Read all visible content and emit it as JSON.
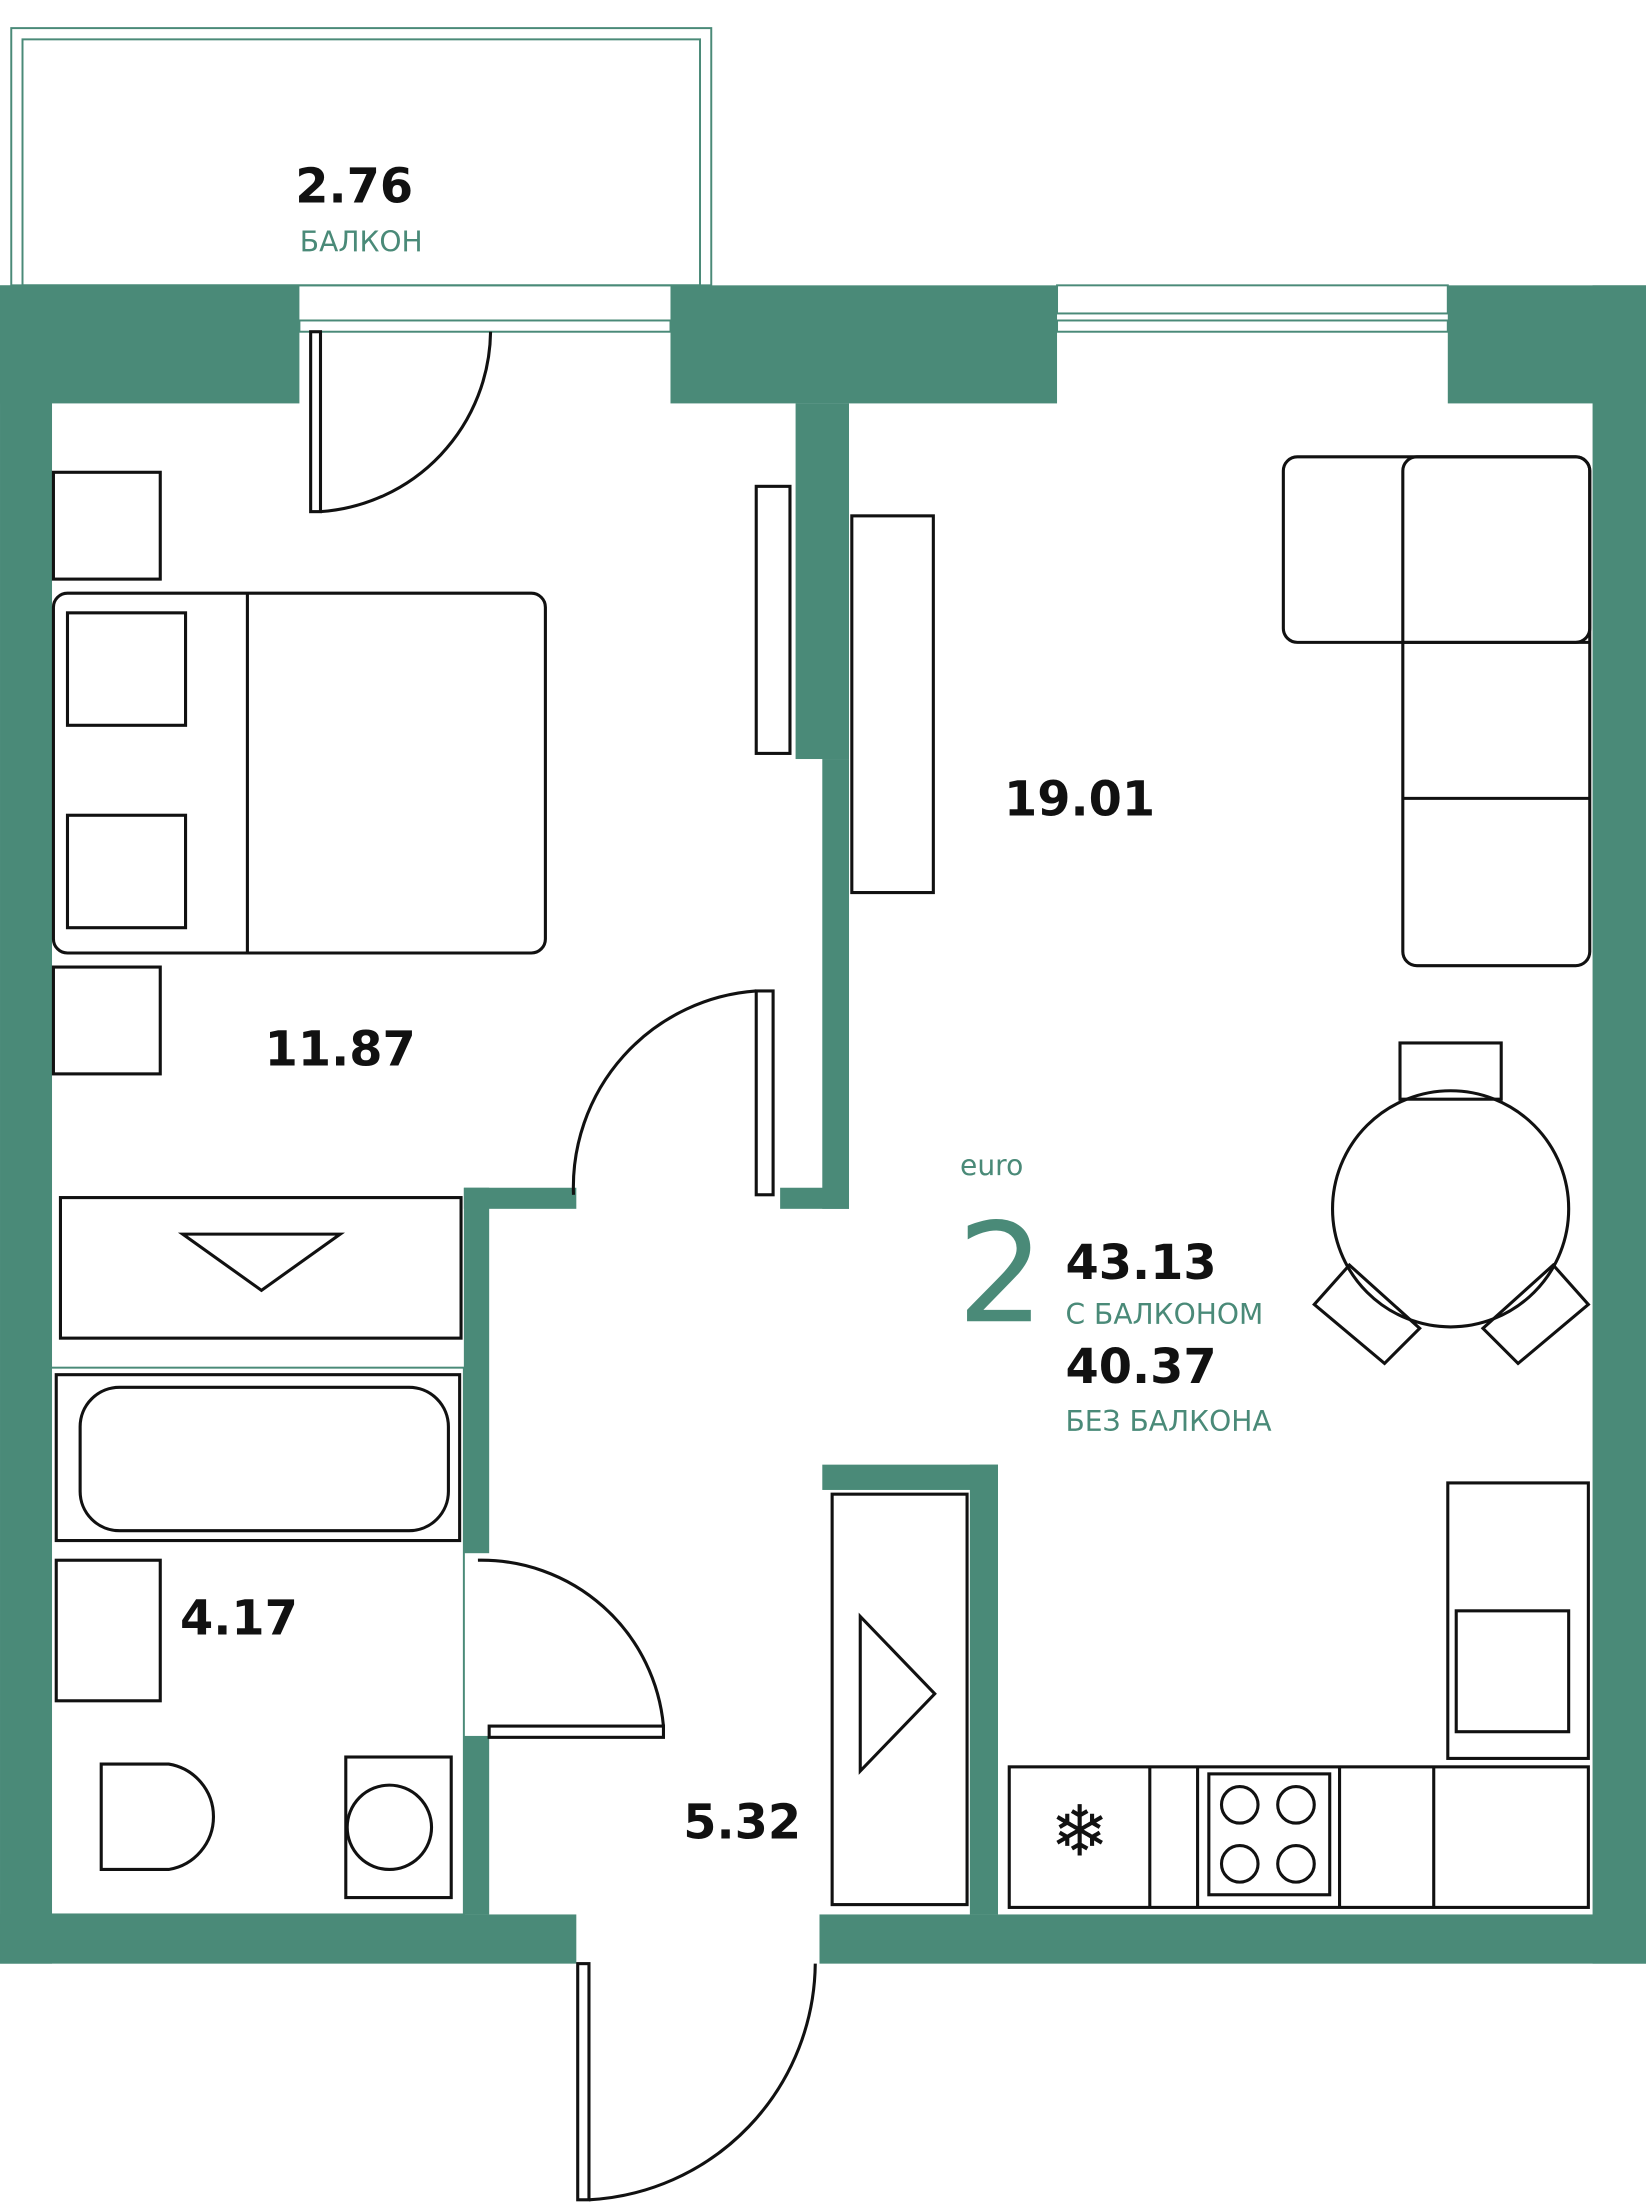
{
  "colors": {
    "accent": "#4a8a78",
    "line": "#111111"
  },
  "rooms": [
    {
      "id": "balcony",
      "area": "2.76",
      "label": "БАЛКОН"
    },
    {
      "id": "bedroom",
      "area": "11.87"
    },
    {
      "id": "living-kitchen",
      "area": "19.01"
    },
    {
      "id": "bathroom",
      "area": "4.17"
    },
    {
      "id": "hall",
      "area": "5.32"
    }
  ],
  "summary": {
    "type": "euro",
    "rooms_count": "2",
    "total_with_balcony": "43.13",
    "with_balcony_label": "С БАЛКОНОМ",
    "total_without_balcony": "40.37",
    "without_balcony_label": "БЕЗ БАЛКОНА"
  }
}
